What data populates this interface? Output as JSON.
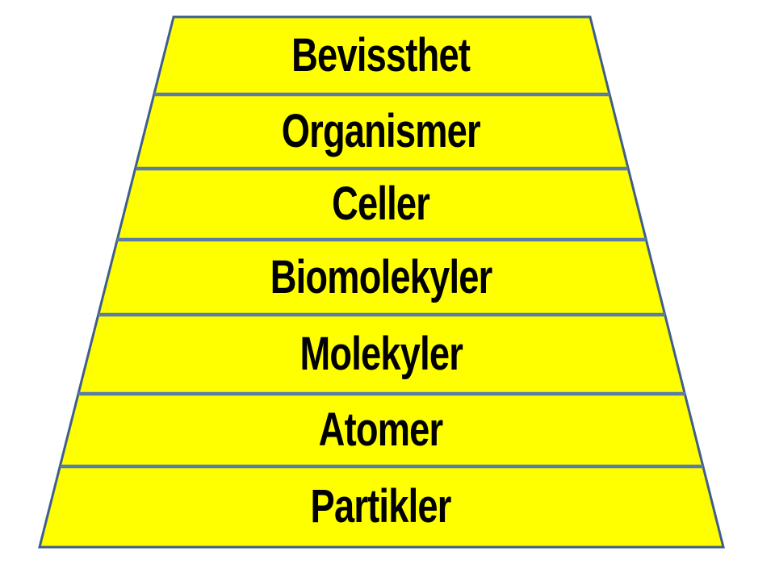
{
  "diagram": {
    "type": "layered-trapezoid-pyramid",
    "description": "Seven-level hierarchy diagram from particles up to consciousness",
    "levels": [
      {
        "label": "Bevissthet"
      },
      {
        "label": "Organismer"
      },
      {
        "label": "Celler"
      },
      {
        "label": "Biomolekyler"
      },
      {
        "label": "Molekyler"
      },
      {
        "label": "Atomer"
      },
      {
        "label": "Partikler"
      }
    ],
    "colors": {
      "fill": "#FFFF00",
      "outline": "#3F5E8C",
      "divider": "#5B7DA5",
      "text": "#000000",
      "background": "#FFFFFF"
    }
  }
}
